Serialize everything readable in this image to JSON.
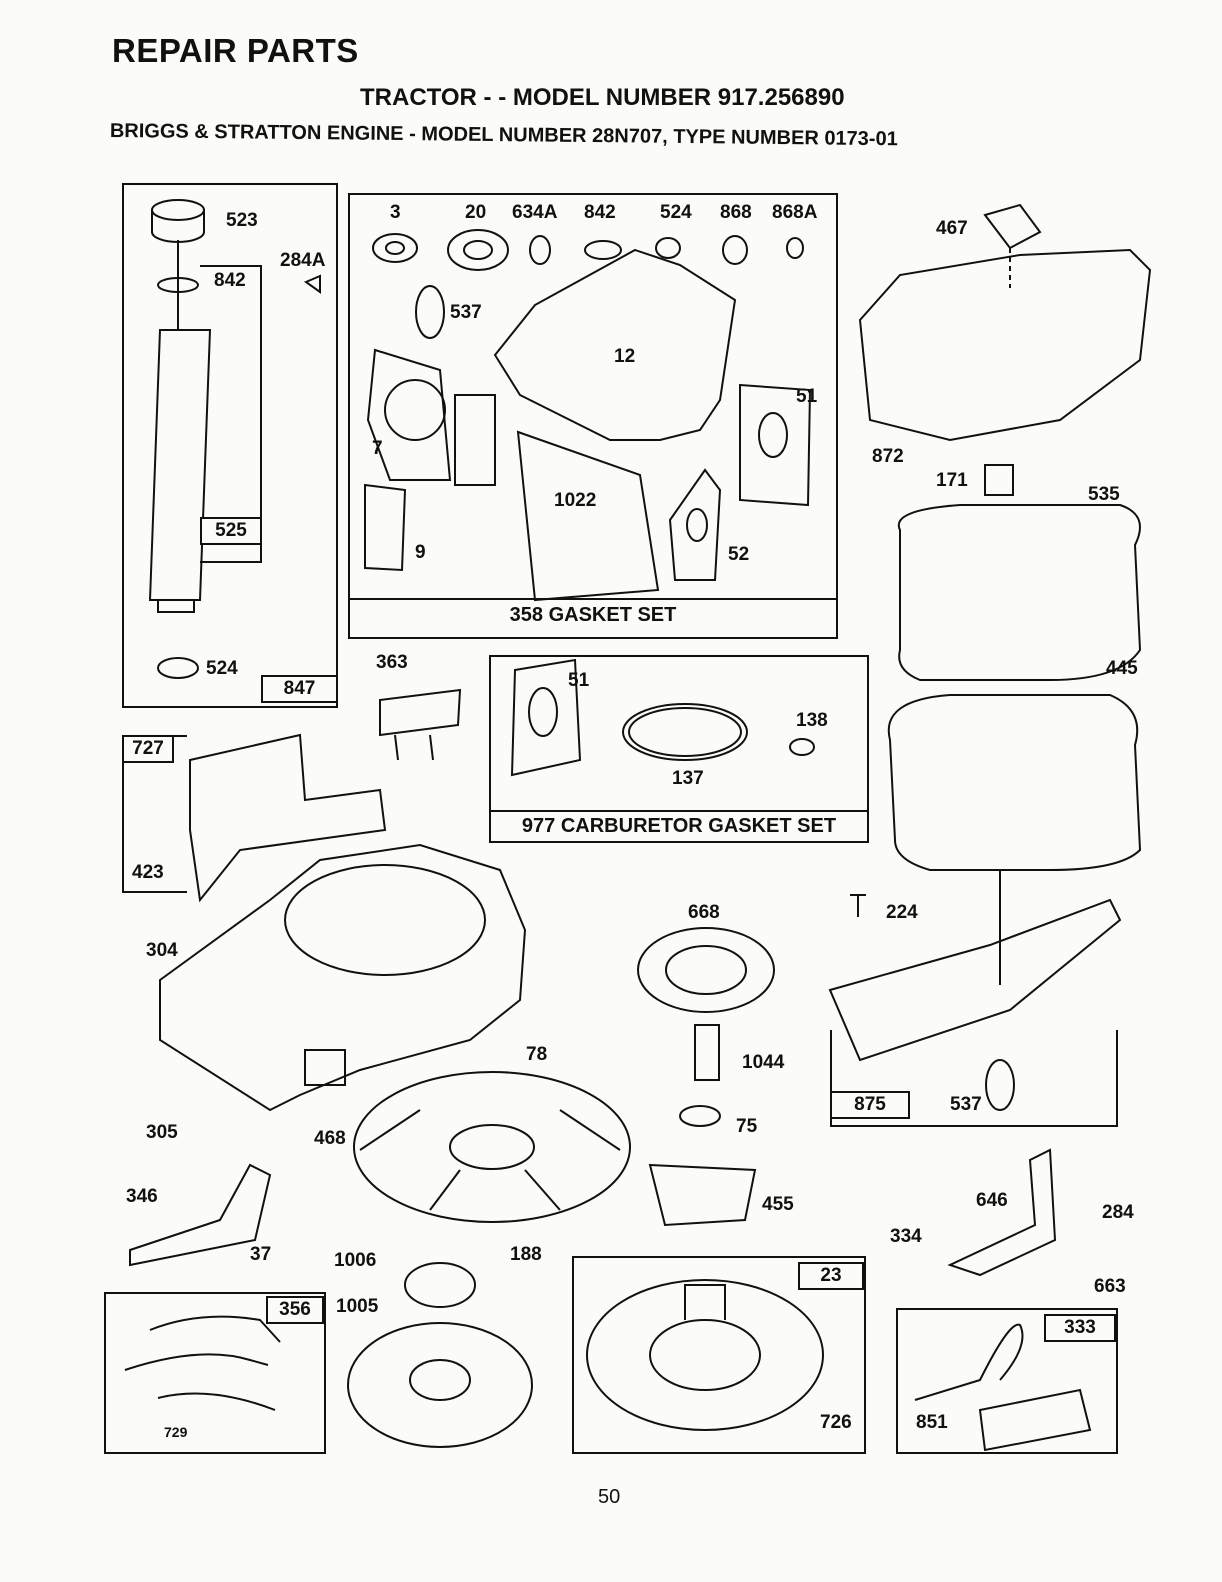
{
  "header": {
    "title": "REPAIR PARTS",
    "subtitle": "TRACTOR - - MODEL NUMBER 917.256890",
    "engine_line": "BRIGGS & STRATTON ENGINE - MODEL NUMBER 28N707, TYPE NUMBER 0173-01"
  },
  "gasket_set": {
    "label": "358 GASKET SET",
    "top_labels": [
      "3",
      "20",
      "634A",
      "842",
      "524",
      "868",
      "868A"
    ],
    "parts": [
      "537",
      "12",
      "51",
      "7",
      "1022",
      "9",
      "52"
    ]
  },
  "carb_set": {
    "label": "977 CARBURETOR GASKET SET",
    "parts": [
      "51",
      "138",
      "137"
    ]
  },
  "dipstick_box": {
    "parts": [
      "523",
      "842",
      "284A",
      "525",
      "524"
    ],
    "box_tag": "847"
  },
  "parts": {
    "p467": "467",
    "p872": "872",
    "p171": "171",
    "p535": "535",
    "p445": "445",
    "p363": "363",
    "p727": "727",
    "p423": "423",
    "p304": "304",
    "p668": "668",
    "p224": "224",
    "p78": "78",
    "p1044": "1044",
    "p875": "875",
    "p537b": "537",
    "p75": "75",
    "p305": "305",
    "p468": "468",
    "p346": "346",
    "p455": "455",
    "p646": "646",
    "p284": "284",
    "p37": "37",
    "p1006": "1006",
    "p188": "188",
    "p334": "334",
    "p663": "663",
    "p23": "23",
    "p356": "356",
    "p1005": "1005",
    "p333": "333",
    "p729": "729",
    "p726": "726",
    "p851": "851"
  },
  "page_number": "50"
}
